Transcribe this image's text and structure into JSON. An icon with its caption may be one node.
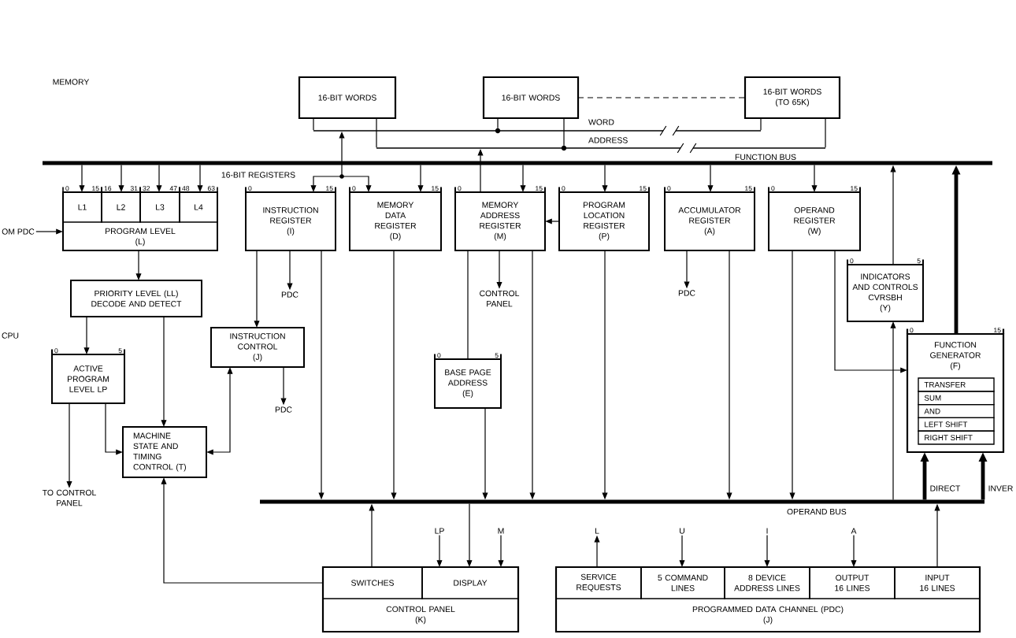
{
  "diagram": {
    "nodes": [
      {
        "text": [
          "16-BIT WORDS"
        ]
      },
      {
        "text": [
          "16-BIT WORDS"
        ]
      },
      {
        "text": [
          "16-BIT WORDS (TO 65K)"
        ]
      },
      {
        "text": [
          "WORD"
        ]
      },
      {
        "text": [
          "ADDRESS"
        ]
      },
      {
        "text": [
          "FUNCTION BUS"
        ]
      },
      {
        "text": [
          "OM PDC"
        ]
      },
      {
        "text": [
          "PROGRAM LEVEL (L)"
        ]
      },
      {
        "text": [
          "L1"
        ],
        "in": 7,
        "beside": [
          "0",
          "15"
        ]
      },
      {
        "text": [
          "L2"
        ],
        "in": 7,
        "beside": [
          "16",
          "31"
        ]
      },
      {
        "text": [
          "L3"
        ],
        "in": 7,
        "beside": [
          "32",
          "47"
        ]
      },
      {
        "text": [
          "L4"
        ],
        "in": 7,
        "beside": [
          "48",
          "63"
        ]
      },
      {
        "text": [
          "INSTRUCTION REGISTER (I)"
        ],
        "beside": [
          "0",
          "15"
        ]
      },
      {
        "text": [
          "MEMORY DATA REGISTER (D)"
        ],
        "beside": [
          "0",
          "15"
        ]
      },
      {
        "text": [
          "MEMORY ADDRESS REGISTER (M)"
        ],
        "beside": [
          "0",
          "15"
        ]
      },
      {
        "text": [
          "PROGRAM LOCATION REGISTER (P)"
        ],
        "beside": [
          "0",
          "15"
        ]
      },
      {
        "text": [
          "ACCUMULATOR REGISTER (A)"
        ],
        "beside": [
          "0",
          "15"
        ]
      },
      {
        "text": [
          "OPERAND REGISTER (W)"
        ],
        "beside": [
          "0",
          "15"
        ]
      },
      {
        "text": [
          "PDC"
        ]
      },
      {
        "text": [
          "CONTROL PANEL"
        ]
      },
      {
        "text": [
          "PDC"
        ]
      },
      {
        "text": [
          "INDICATORS AND CONTROLS CVRSBH (Y)"
        ],
        "beside": [
          "0",
          "5"
        ]
      },
      {
        "text": [
          "PRIORITY LEVEL (LL) DECODE AND DETECT"
        ]
      },
      {
        "text": [
          "INSTRUCTION CONTROL (J)"
        ]
      },
      {
        "text": [
          "PDC"
        ]
      },
      {
        "text": [
          "ACTIVE PROGRAM LEVEL LP"
        ],
        "beside": [
          "0",
          "5"
        ]
      },
      {
        "text": [
          "BASE PAGE ADDRESS (E)"
        ],
        "beside": [
          "0",
          "5"
        ]
      },
      {
        "text": [
          "FUNCTION GENERATOR (F)"
        ],
        "beside": [
          "0",
          "15"
        ]
      },
      {
        "text": [
          "TRANSFER"
        ],
        "in": 27
      },
      {
        "text": [
          "SUM"
        ],
        "in": 27
      },
      {
        "text": [
          "AND"
        ],
        "in": 27
      },
      {
        "text": [
          "LEFT SHIFT"
        ],
        "in": 27
      },
      {
        "text": [
          "RIGHT SHIFT"
        ],
        "in": 27
      },
      {
        "text": [
          "MACHINE STATE AND TIMING CONTROL (T)"
        ]
      },
      {
        "text": [
          "TO CONTROL PANEL"
        ]
      },
      {
        "text": [
          "OPERAND BUS"
        ]
      },
      {
        "text": [
          "LP"
        ]
      },
      {
        "text": [
          "M"
        ]
      },
      {
        "text": [
          "L"
        ]
      },
      {
        "text": [
          "U"
        ]
      },
      {
        "text": [
          "I"
        ]
      },
      {
        "text": [
          "A"
        ]
      },
      {
        "text": [
          "CONTROL PANEL (K)"
        ]
      },
      {
        "text": [
          "SWITCHES"
        ],
        "in": 42
      },
      {
        "text": [
          "DISPLAY"
        ],
        "in": 42
      },
      {
        "text": [
          "PROGRAMMED DATA CHANNEL (PDC) (J)"
        ]
      },
      {
        "text": [
          "SERVICE REQUESTS"
        ],
        "in": 45
      },
      {
        "text": [
          "5 COMMAND LINES"
        ],
        "in": 45
      },
      {
        "text": [
          "8 DEVICE ADDRESS LINES"
        ],
        "in": 45
      },
      {
        "text": [
          "OUTPUT 16 LINES"
        ],
        "in": 45
      },
      {
        "text": [
          "INPUT 16 LINES"
        ],
        "in": 45
      },
      {
        "text": [],
        "shape": "circle",
        "in": 3
      },
      {
        "text": [],
        "shape": "circle",
        "in": 4
      }
    ],
    "edges": [
      {
        "from": 1,
        "to": 2,
        "arrow": "none",
        "style": "dashed"
      },
      {
        "from": 0,
        "to": 3,
        "arrow": "none"
      },
      {
        "from": 1,
        "to": 51,
        "arrow": "none"
      },
      {
        "from": 2,
        "to": 3,
        "arrow": "none"
      },
      {
        "from": 0,
        "to": 4,
        "arrow": "none"
      },
      {
        "from": 1,
        "to": 52,
        "arrow": "none"
      },
      {
        "from": 2,
        "to": 4,
        "arrow": "none"
      },
      {
        "from": 14,
        "to": 4,
        "arrow": "to"
      },
      {
        "from": 3,
        "to": 12,
        "arrow": "both"
      },
      {
        "from": 3,
        "to": 13,
        "arrow": "both"
      },
      {
        "from": 5,
        "to": 8,
        "arrow": "to"
      },
      {
        "from": 5,
        "to": 9,
        "arrow": "to"
      },
      {
        "from": 5,
        "to": 10,
        "arrow": "to"
      },
      {
        "from": 5,
        "to": 11,
        "arrow": "to"
      },
      {
        "from": 5,
        "to": 13,
        "arrow": "to"
      },
      {
        "from": 5,
        "to": 14,
        "arrow": "to"
      },
      {
        "from": 5,
        "to": 15,
        "arrow": "to"
      },
      {
        "from": 5,
        "to": 16,
        "arrow": "to"
      },
      {
        "from": 5,
        "to": 17,
        "arrow": "to"
      },
      {
        "from": 21,
        "to": 5,
        "arrow": "to"
      },
      {
        "from": 27,
        "to": 5,
        "arrow": "to",
        "style": "thick"
      },
      {
        "from": 6,
        "to": 7,
        "arrow": "to"
      },
      {
        "from": 7,
        "to": 22,
        "arrow": "to"
      },
      {
        "from": 12,
        "to": 23,
        "arrow": "to"
      },
      {
        "from": 12,
        "to": 18,
        "arrow": "to"
      },
      {
        "from": 12,
        "to": 35,
        "arrow": "to"
      },
      {
        "from": 13,
        "to": 35,
        "arrow": "to"
      },
      {
        "from": 14,
        "to": 26,
        "arrow": "none"
      },
      {
        "from": 14,
        "to": 19,
        "arrow": "to"
      },
      {
        "from": 14,
        "to": 35,
        "arrow": "to"
      },
      {
        "from": 15,
        "to": 14,
        "arrow": "to"
      },
      {
        "from": 15,
        "to": 35,
        "arrow": "to"
      },
      {
        "from": 16,
        "to": 20,
        "arrow": "to"
      },
      {
        "from": 16,
        "to": 35,
        "arrow": "to"
      },
      {
        "from": 17,
        "to": 35,
        "arrow": "to"
      },
      {
        "from": 17,
        "to": 27,
        "arrow": "to"
      },
      {
        "from": 35,
        "to": 21,
        "arrow": "to"
      },
      {
        "from": 22,
        "to": 25,
        "arrow": "to"
      },
      {
        "from": 22,
        "to": 33,
        "arrow": "to"
      },
      {
        "from": 23,
        "to": 24,
        "arrow": "to"
      },
      {
        "from": 23,
        "to": 33,
        "arrow": "both"
      },
      {
        "from": 25,
        "to": 34,
        "arrow": "to"
      },
      {
        "from": 25,
        "to": 33,
        "arrow": "to"
      },
      {
        "from": 26,
        "to": 35,
        "arrow": "to"
      },
      {
        "from": 35,
        "to": 27,
        "arrow": "to",
        "style": "thick",
        "label": "DIRECT"
      },
      {
        "from": 35,
        "to": 27,
        "arrow": "to",
        "style": "thick",
        "label": "INVER"
      },
      {
        "from": 43,
        "to": 35,
        "arrow": "to"
      },
      {
        "from": 35,
        "to": 44,
        "arrow": "to"
      },
      {
        "from": 36,
        "to": 44,
        "arrow": "to"
      },
      {
        "from": 37,
        "to": 44,
        "arrow": "to"
      },
      {
        "from": 43,
        "to": 33,
        "arrow": "to"
      },
      {
        "from": 46,
        "to": 38,
        "arrow": "to"
      },
      {
        "from": 39,
        "to": 47,
        "arrow": "to"
      },
      {
        "from": 40,
        "to": 48,
        "arrow": "to"
      },
      {
        "from": 41,
        "to": 49,
        "arrow": "to"
      },
      {
        "from": 50,
        "to": 35,
        "arrow": "to"
      }
    ],
    "labels": [
      "MEMORY",
      "16-BIT REGISTERS",
      "CPU"
    ]
  }
}
